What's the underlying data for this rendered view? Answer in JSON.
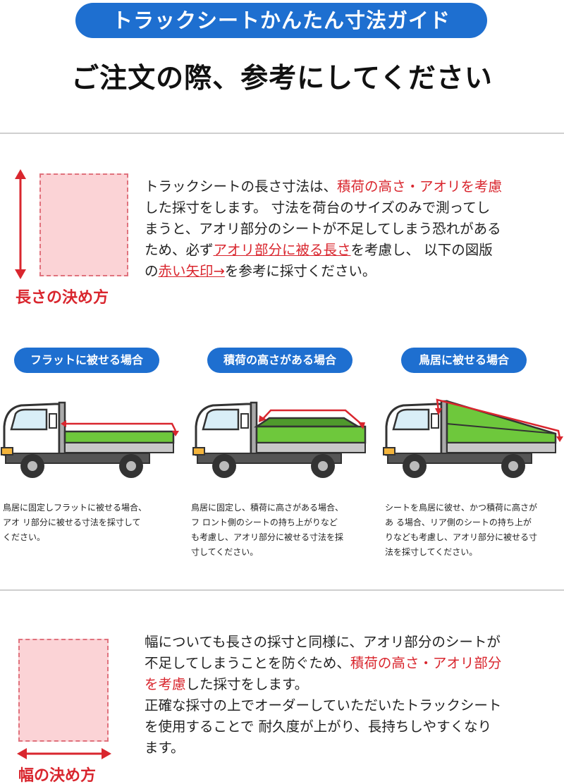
{
  "header": {
    "banner": "トラックシートかんたん寸法ガイド",
    "headline": "ご注文の際、参考にしてください"
  },
  "length_section": {
    "caption": "長さの決め方",
    "lines": [
      [
        "トラックシートの長さ寸法は、",
        "積荷の高さ・アオリを考慮"
      ],
      [
        "した採寸をします。 寸法を荷台のサイズのみで測ってし"
      ],
      [
        "まうと、アオリ部分のシートが不足してしまう恐れがある"
      ],
      [
        "ため、必ず",
        "アオリ部分に被る長さ",
        "を考慮し、 以下の図版"
      ],
      [
        "の",
        "赤い矢印→",
        "を参考に採寸ください。"
      ]
    ]
  },
  "cases": [
    {
      "label": "フラットに被せる場合",
      "desc": [
        "鳥居に固定しフラットに被せる場合、",
        "アオ リ部分に被せる寸法を採寸して",
        "ください。"
      ]
    },
    {
      "label": "積荷の高さがある場合",
      "desc": [
        "鳥居に固定し、積荷に高さがある場合、",
        "フ ロント側のシートの持ち上がりなど",
        "も考慮し、アオリ部分に被せる寸法を採",
        "寸してください。"
      ]
    },
    {
      "label": "鳥居に被せる場合",
      "desc": [
        "シートを鳥居に彼せ、かつ積荷に高さが",
        "あ る場合、リア側のシートの持ち上が",
        "りなども考慮し、アオリ部分に被せる寸",
        "法を採寸してください。"
      ]
    }
  ],
  "width_section": {
    "caption": "幅の決め方",
    "lines": [
      [
        "幅についても長さの採寸と同様に、アオリ部分のシートが"
      ],
      [
        "不足してしまうことを防ぐため、",
        "積荷の高さ・アオリ部分"
      ],
      [
        "を考慮",
        "した採寸をします。"
      ],
      [
        "正確な採寸の上でオーダーしていただいたトラックシート"
      ],
      [
        "を使用することで 耐久度が上がり、長持ちしやすくなり"
      ],
      [
        "ます。"
      ]
    ]
  },
  "colors": {
    "accent_blue": "#1e6fd0",
    "highlight_red": "#d9262e",
    "box_pink": "#fbd3d6",
    "truck_green": "#6ec83c"
  }
}
